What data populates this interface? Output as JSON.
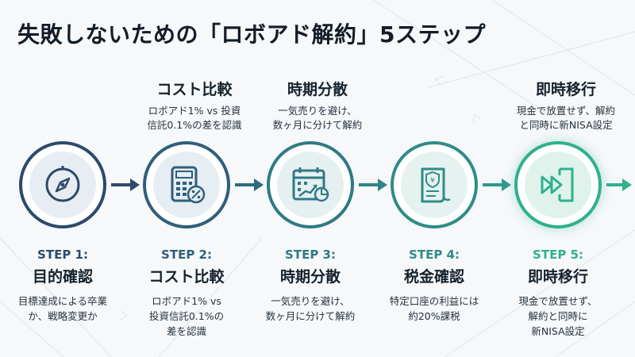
{
  "title": "失敗しないための「ロボアド解約」5ステップ",
  "top_callouts": [
    {
      "heading": "コスト比較",
      "lines": [
        "ロボアド1% vs 投資",
        "信託0.1%の差を認識"
      ]
    },
    {
      "heading": "時期分散",
      "lines": [
        "一気売りを避け、",
        "数ヶ月に分けて解約"
      ]
    },
    {
      "heading": "即時移行",
      "lines": [
        "現金で放置せず、解約",
        "と同時に新NISA設定"
      ]
    }
  ],
  "steps": [
    {
      "number": "STEP 1:",
      "heading": "目的確認",
      "lines": [
        "目標達成による卒業",
        "か、戦略変更か"
      ],
      "icon": "compass-icon",
      "color": "#2c4a6b"
    },
    {
      "number": "STEP 2:",
      "heading": "コスト比較",
      "lines": [
        "ロボアド1% vs",
        "投資信託0.1%の",
        "差を認識"
      ],
      "icon": "calculator-percent-icon",
      "color": "#2f5f7b"
    },
    {
      "number": "STEP 3:",
      "heading": "時期分散",
      "lines": [
        "一気売りを避け、",
        "数ヶ月に分けて解約"
      ],
      "icon": "calendar-chart-icon",
      "color": "#2f7a86"
    },
    {
      "number": "STEP 4:",
      "heading": "税金確認",
      "lines": [
        "特定口座の利益には",
        "約20%課税"
      ],
      "icon": "tax-receipt-icon",
      "color": "#2f8c86"
    },
    {
      "number": "STEP 5:",
      "heading": "即時移行",
      "lines": [
        "現金で放置せず、",
        "解約と同時に",
        "新NISA設定"
      ],
      "icon": "fast-forward-exit-icon",
      "color": "#2fb08e"
    }
  ]
}
